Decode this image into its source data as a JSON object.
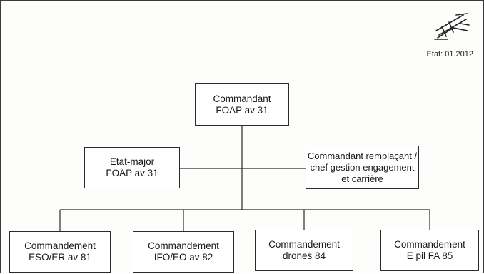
{
  "date_label": "Etat: 01.2012",
  "nodes": {
    "commander": {
      "line1": "Commandant",
      "line2": "FOAP av 31"
    },
    "staff": {
      "line1": "Etat-major",
      "line2": "FOAP av 31"
    },
    "deputy": {
      "line1": "Commandant remplaçant /",
      "line2": "chef gestion engagement",
      "line3": "et carrière"
    },
    "cmd_eso": {
      "line1": "Commandement",
      "line2": "ESO/ER av 81"
    },
    "cmd_ifo": {
      "line1": "Commandement",
      "line2": "IFO/EO av 82"
    },
    "cmd_drones": {
      "line1": "Commandement",
      "line2": "drones 84"
    },
    "cmd_epil": {
      "line1": "Commandement",
      "line2": "E pil FA 85"
    }
  },
  "colors": {
    "line": "#2b2b2b",
    "border": "#2b2b2b",
    "background": "#fdfdfc"
  },
  "logo_icon": "swiss-air-force-jet-icon"
}
